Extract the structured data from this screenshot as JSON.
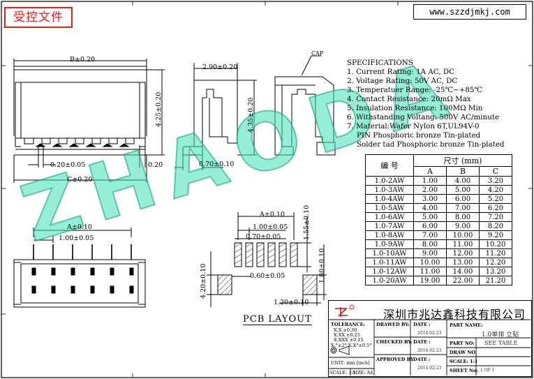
{
  "stamp": "受控文件",
  "website": "www.szzdjmkj.com",
  "watermark": "ZHAODA",
  "specs": {
    "title": "SPECIFICATIONS",
    "items": [
      "1. Current Rating: 1A AC, DC",
      "2. Voltage Rating: 50V AC, DC",
      "3. Temperatuer Range: -25℃~+85℃",
      "4. Contact Resistance: 20mΩ Max",
      "5. Insulation Resistance: 100MΩ Min",
      "6. Withstanding Voltang: 500V AC/minute",
      "7. Material:Wafer Nylon 6T,UL94V-0"
    ],
    "extra": [
      "PIN Phosphoric bronze Tin-plated",
      "Solder tad Phosphoric bronze Tin-plated"
    ]
  },
  "dim_table": {
    "h_code": "编  号",
    "h_size": "尺寸 (mm)",
    "cols": [
      "A",
      "B",
      "C"
    ],
    "rows": [
      [
        "1.0-2AW",
        "1.00",
        "4.00",
        "3.20"
      ],
      [
        "1.0-3AW",
        "2.00",
        "5.00",
        "4.20"
      ],
      [
        "1.0-4AW",
        "3.00",
        "6.00",
        "5.20"
      ],
      [
        "1.0-5AW",
        "4.00",
        "7.00",
        "6.20"
      ],
      [
        "1.0-6AW",
        "5.00",
        "8.00",
        "7.20"
      ],
      [
        "1.0-7AW",
        "6.00",
        "9.00",
        "8.20"
      ],
      [
        "1.0-8AW",
        "7.00",
        "10.00",
        "9.20"
      ],
      [
        "1.0-9AW",
        "8.00",
        "11.00",
        "10.20"
      ],
      [
        "1.0-10AW",
        "9.00",
        "12.00",
        "11.20"
      ],
      [
        "1.0-11AW",
        "10.00",
        "13.00",
        "12.20"
      ],
      [
        "1.0-12AW",
        "11.00",
        "14.00",
        "13.20"
      ],
      [
        "1.0-20AW",
        "19.00",
        "22.00",
        "21.20"
      ]
    ]
  },
  "dims": {
    "b_front": "B±0.20",
    "h_front": "4.25±0.20",
    "pin_w": "0.20±0.05",
    "side_20": "0.20",
    "c_front": "C±0.20",
    "side_w": "2.90±0.20",
    "side_h": "4.35±0.20",
    "side_b": "0.70±0.10",
    "cap": "CAP",
    "pcb_a": "A±0.10",
    "pcb_pitch": "1.00±0.05",
    "pcb_pad": "0.70±0.05",
    "pcb_len": "1.55±0.10",
    "pcb_left_h": "4.20±0.10",
    "pcb_gap": "0.60±0.05",
    "pcb_right_h": "1.80±0.10",
    "pcb_bottom": "1.20±0.10",
    "top_a": "A±0.10",
    "top_pitch": "1.00±0.05",
    "pcb_layout": "PCB LAYOUT"
  },
  "title_block": {
    "company": "深圳市兆达鑫科技有限公司",
    "tolerance": "TOLERANCE:",
    "tol_lines": [
      "X.X    ±0.30",
      "X.XX   ±0.25",
      "X.XXX ±0.15",
      "X.°±2°    X.X°±0.5°"
    ],
    "unit": "UNIT:  mm  [inch]",
    "scale": "SCALE: 1:1",
    "size": "SIZE: A4",
    "drawed_by": "DRAWED BY:",
    "checked_by": "CHECKED BY:",
    "approved_by": "APPROVED BY:",
    "date_label": "DATE :",
    "date": "2014-02-23",
    "part_name_label": "PART NAME:",
    "part_name": "1.0单排  立贴",
    "part_no_label": "PART NO:",
    "part_no": "SEE TABLE",
    "draw_no_label": "DRAW NO:",
    "sheet_no_label": "SHEET No:",
    "sheet_no": "1 OF 1"
  }
}
